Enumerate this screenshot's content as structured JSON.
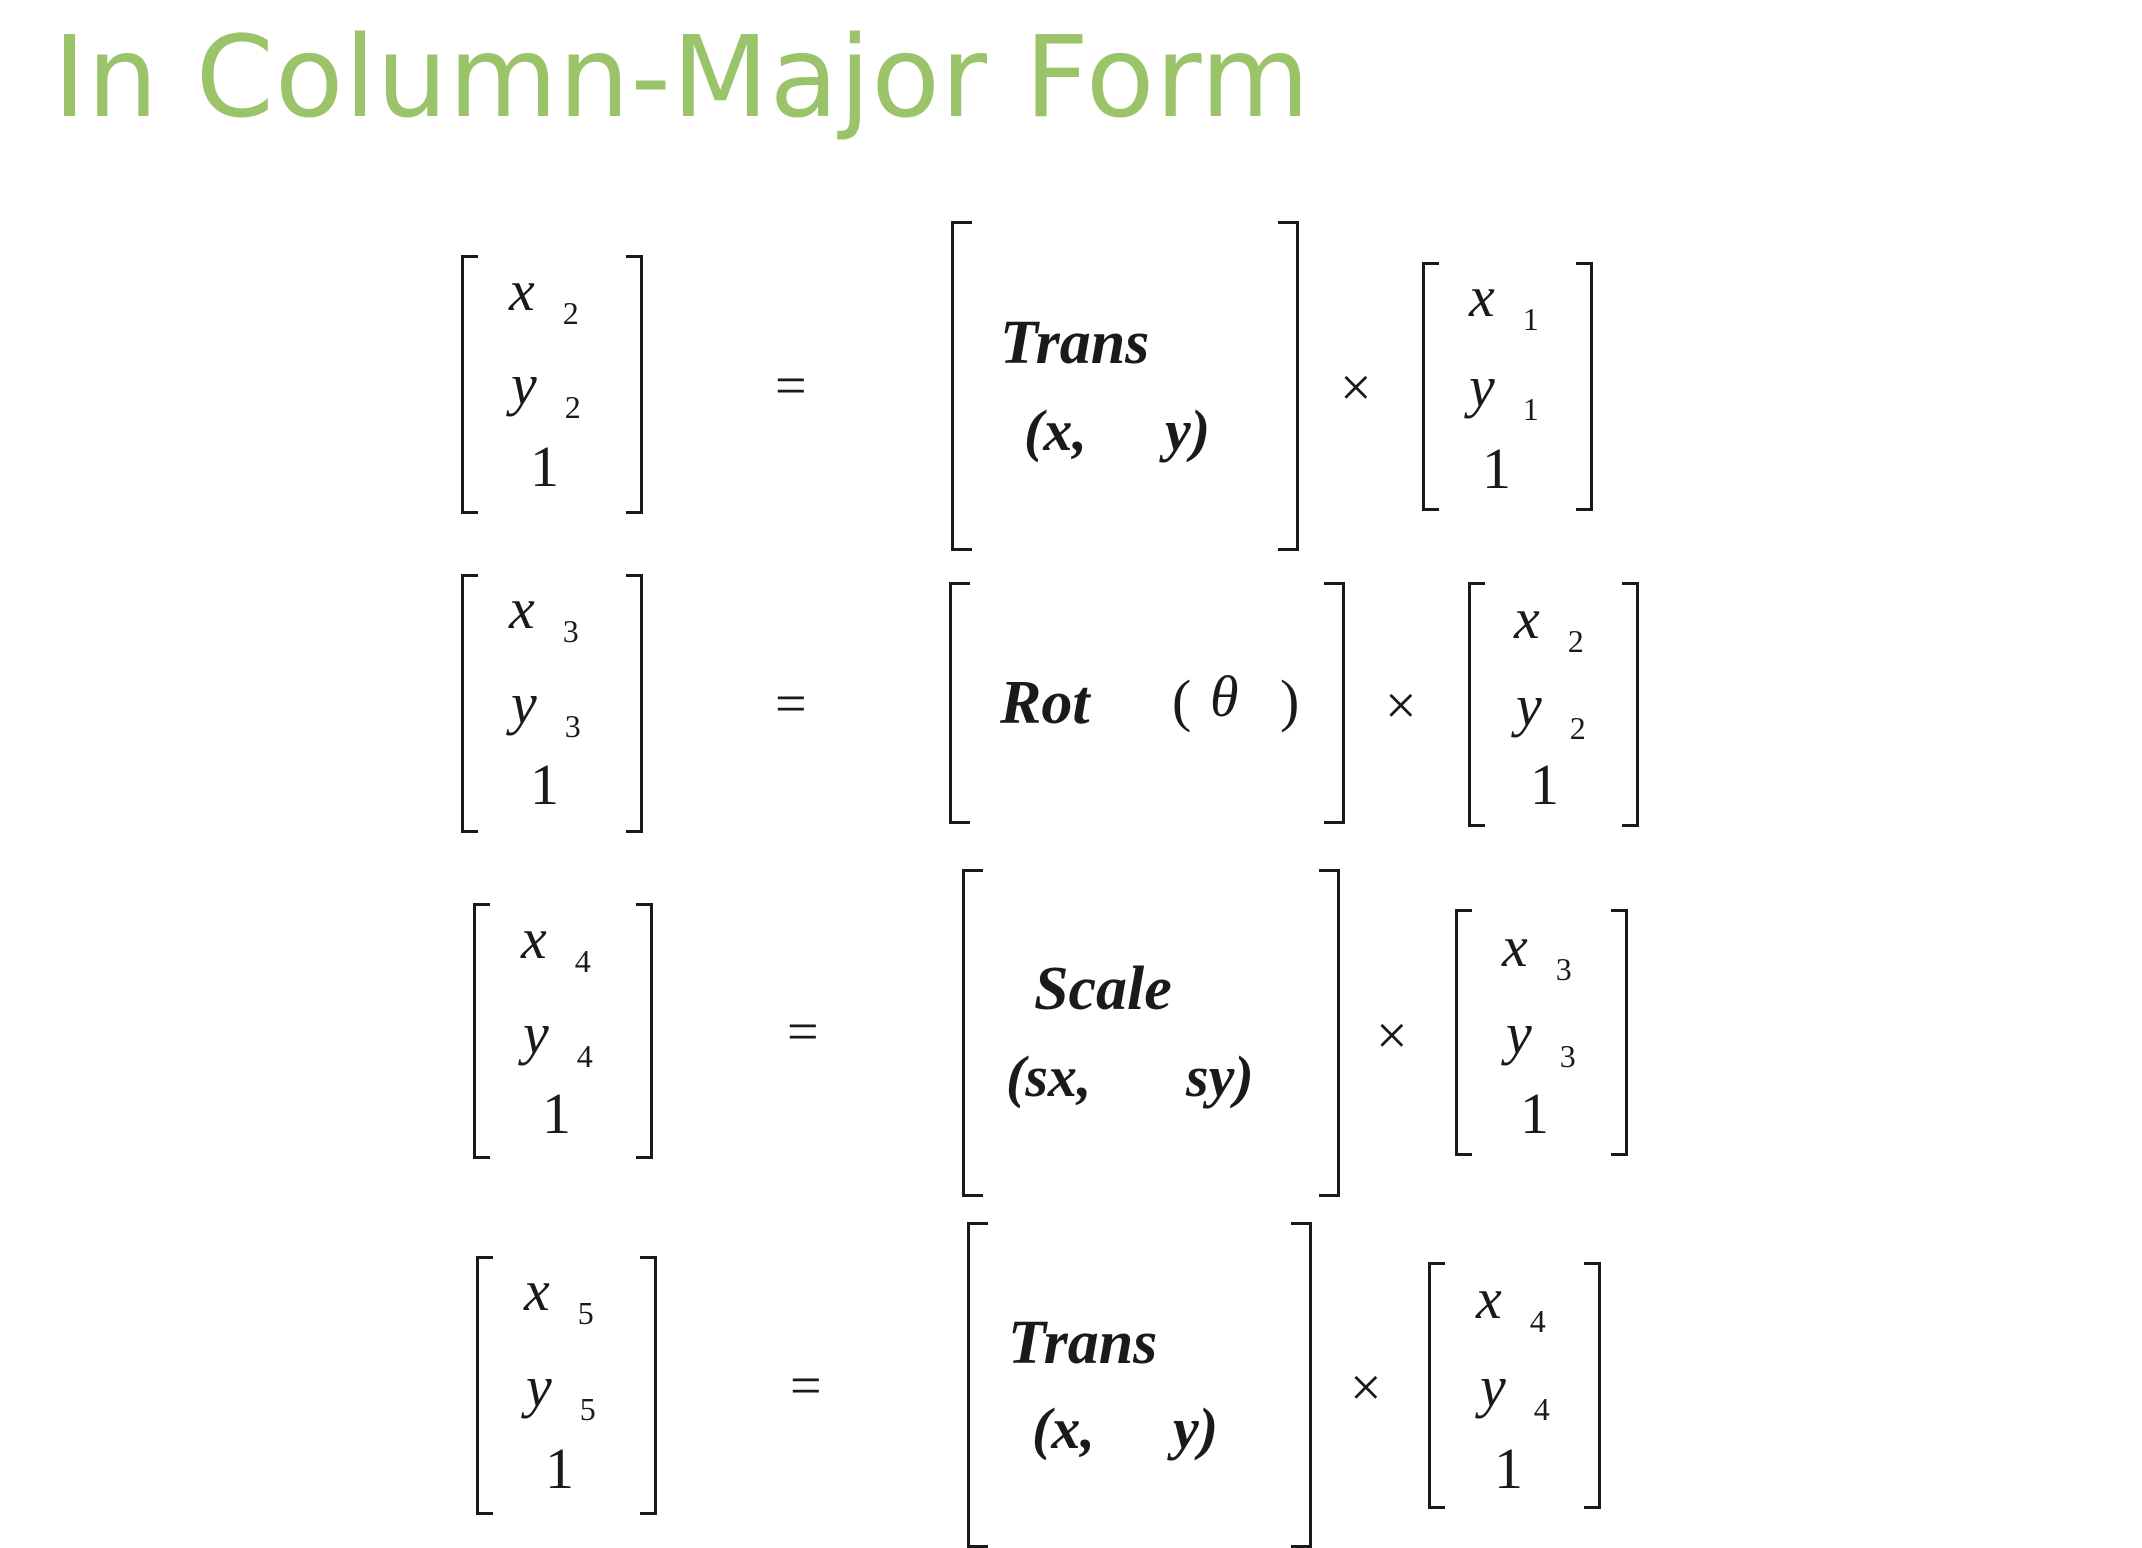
{
  "slide": {
    "title": "In Column-Major Form"
  },
  "equations": [
    {
      "lhs": {
        "x": "x",
        "x_sub": "2",
        "y": "y",
        "y_sub": "2",
        "one": "1"
      },
      "equals": "=",
      "matrix": {
        "name": "Trans",
        "param_a": "(x,",
        "param_b": "y)"
      },
      "times": "×",
      "rhs": {
        "x": "x",
        "x_sub": "1",
        "y": "y",
        "y_sub": "1",
        "one": "1"
      }
    },
    {
      "lhs": {
        "x": "x",
        "x_sub": "3",
        "y": "y",
        "y_sub": "3",
        "one": "1"
      },
      "equals": "=",
      "matrix": {
        "name": "Rot",
        "param_open": "(",
        "param_theta": "θ",
        "param_close": ")"
      },
      "times": "×",
      "rhs": {
        "x": "x",
        "x_sub": "2",
        "y": "y",
        "y_sub": "2",
        "one": "1"
      }
    },
    {
      "lhs": {
        "x": "x",
        "x_sub": "4",
        "y": "y",
        "y_sub": "4",
        "one": "1"
      },
      "equals": "=",
      "matrix": {
        "name": "Scale",
        "param_a": "(sx,",
        "param_b": "sy)"
      },
      "times": "×",
      "rhs": {
        "x": "x",
        "x_sub": "3",
        "y": "y",
        "y_sub": "3",
        "one": "1"
      }
    },
    {
      "lhs": {
        "x": "x",
        "x_sub": "5",
        "y": "y",
        "y_sub": "5",
        "one": "1"
      },
      "equals": "=",
      "matrix": {
        "name": "Trans",
        "param_a": "(x,",
        "param_b": "y)"
      },
      "times": "×",
      "rhs": {
        "x": "x",
        "x_sub": "4",
        "y": "y",
        "y_sub": "4",
        "one": "1"
      }
    }
  ]
}
